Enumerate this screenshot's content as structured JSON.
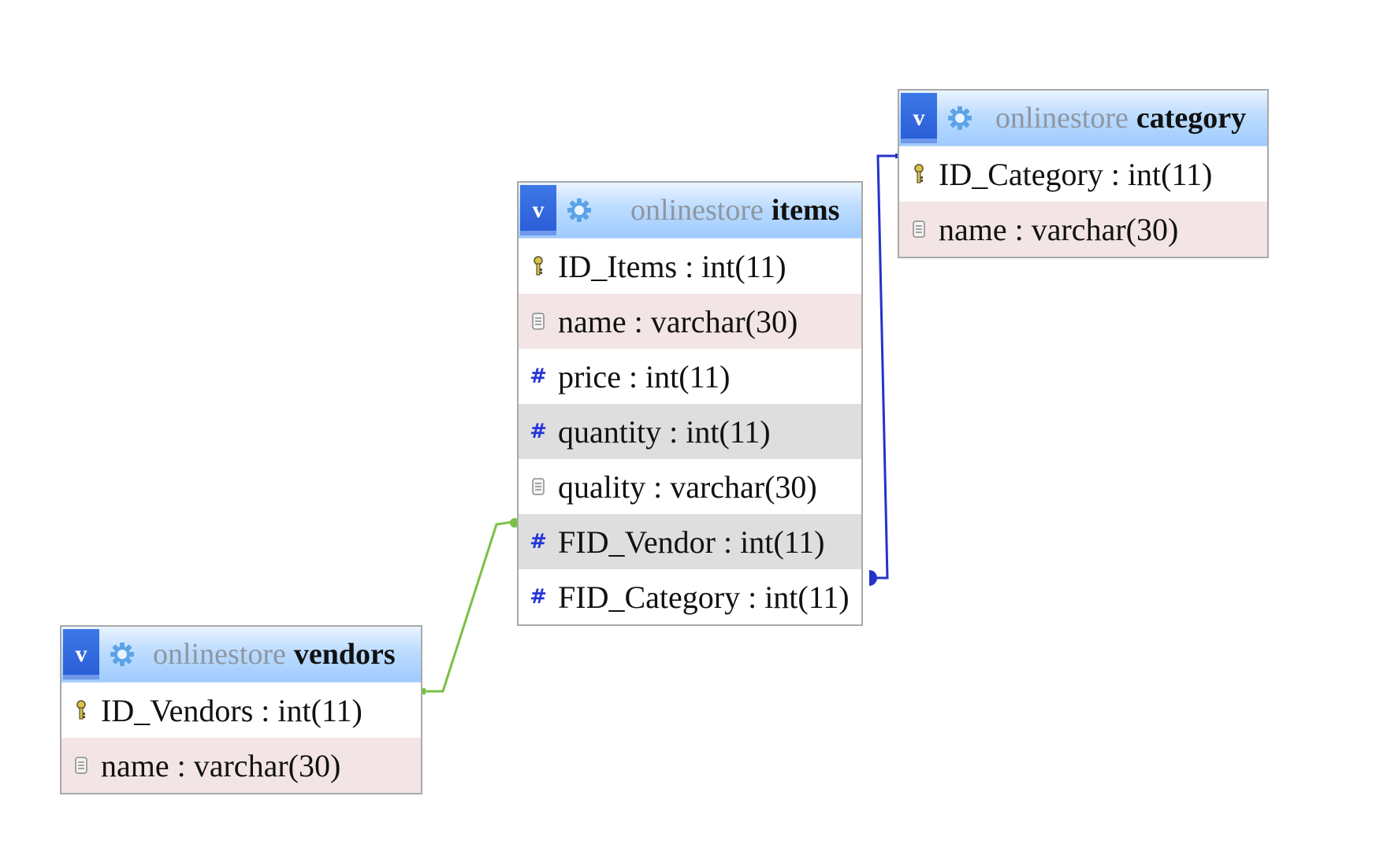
{
  "icons": {
    "toggle": "toggle-visibility-icon",
    "settings": "gear-icon",
    "primary_key": "key-icon",
    "text_field": "text-field-icon",
    "numeric_field": "hash-icon"
  },
  "colors": {
    "header_gradient": "#9fcbff",
    "toggle_button": "#2a5bd6",
    "db_name": "#8f96a0",
    "row_pink": "#f3e5e5",
    "row_gray": "#dedede",
    "relation_vendor": "#7ac143",
    "relation_category": "#2433c9"
  },
  "tables": {
    "category": {
      "toggle_label": "v",
      "database": "onlinestore",
      "name": "category",
      "fields": [
        {
          "label": "ID_Category : int(11)",
          "kind": "key",
          "shade": "white"
        },
        {
          "label": "name : varchar(30)",
          "kind": "text",
          "shade": "pink"
        }
      ]
    },
    "items": {
      "toggle_label": "v",
      "database": "onlinestore",
      "name": "items",
      "fields": [
        {
          "label": "ID_Items : int(11)",
          "kind": "key",
          "shade": "white"
        },
        {
          "label": "name : varchar(30)",
          "kind": "text",
          "shade": "pink"
        },
        {
          "label": "price : int(11)",
          "kind": "num",
          "shade": "white"
        },
        {
          "label": "quantity : int(11)",
          "kind": "num",
          "shade": "gray"
        },
        {
          "label": "quality : varchar(30)",
          "kind": "text",
          "shade": "white"
        },
        {
          "label": "FID_Vendor : int(11)",
          "kind": "num",
          "shade": "gray"
        },
        {
          "label": "FID_Category : int(11)",
          "kind": "num",
          "shade": "white"
        }
      ]
    },
    "vendors": {
      "toggle_label": "v",
      "database": "onlinestore",
      "name": "vendors",
      "fields": [
        {
          "label": "ID_Vendors : int(11)",
          "kind": "key",
          "shade": "white"
        },
        {
          "label": "name : varchar(30)",
          "kind": "text",
          "shade": "pink"
        }
      ]
    }
  },
  "relations": [
    {
      "name": "vendors-to-items",
      "from_table": "vendors",
      "from_field": "ID_Vendors",
      "to_table": "items",
      "to_field": "FID_Vendor",
      "color": "#7ac143"
    },
    {
      "name": "category-to-items",
      "from_table": "category",
      "from_field": "ID_Category",
      "to_table": "items",
      "to_field": "FID_Category",
      "color": "#2433c9"
    }
  ]
}
